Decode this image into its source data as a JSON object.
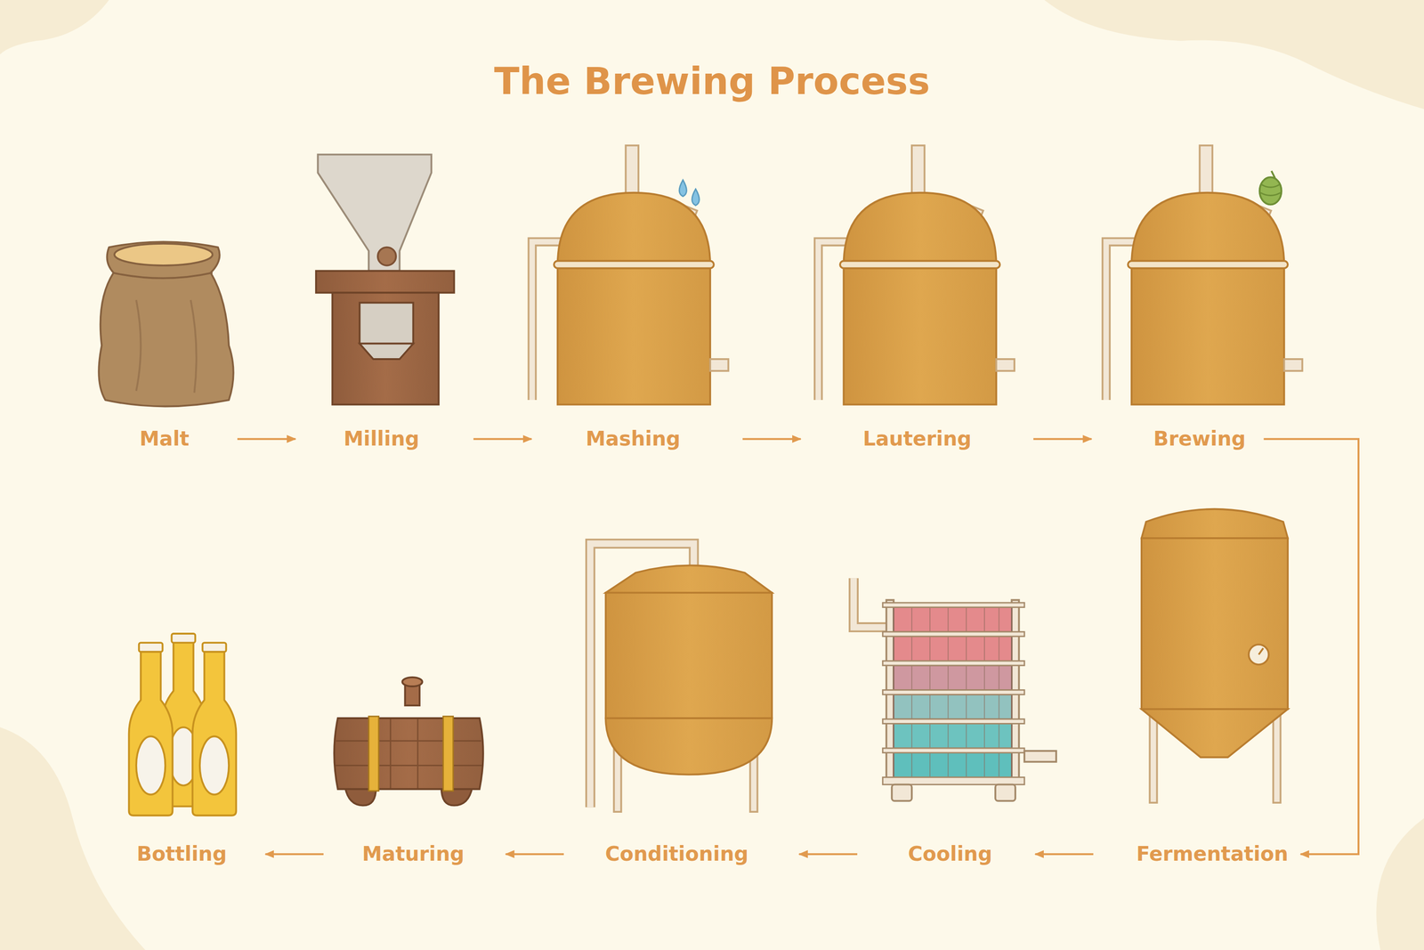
{
  "diagram": {
    "title": "The Brewing Process",
    "nodes": [
      {
        "text": [
          "Malt"
        ]
      },
      {
        "text": [
          "Milling"
        ]
      },
      {
        "text": [
          "Mashing"
        ]
      },
      {
        "text": [
          "Lautering"
        ]
      },
      {
        "text": [
          "Brewing"
        ]
      },
      {
        "text": [
          "Fermentation"
        ]
      },
      {
        "text": [
          "Cooling"
        ]
      },
      {
        "text": [
          "Conditioning"
        ]
      },
      {
        "text": [
          "Maturing"
        ]
      },
      {
        "text": [
          "Bottling"
        ]
      }
    ],
    "edges": [
      {
        "from": 0,
        "to": 1,
        "arrow": "to"
      },
      {
        "from": 1,
        "to": 2,
        "arrow": "to"
      },
      {
        "from": 2,
        "to": 3,
        "arrow": "to"
      },
      {
        "from": 3,
        "to": 4,
        "arrow": "to"
      },
      {
        "from": 4,
        "to": 5,
        "arrow": "to"
      },
      {
        "from": 5,
        "to": 6,
        "arrow": "to"
      },
      {
        "from": 6,
        "to": 7,
        "arrow": "to"
      },
      {
        "from": 7,
        "to": 8,
        "arrow": "to"
      },
      {
        "from": 8,
        "to": 9,
        "arrow": "to"
      }
    ]
  }
}
